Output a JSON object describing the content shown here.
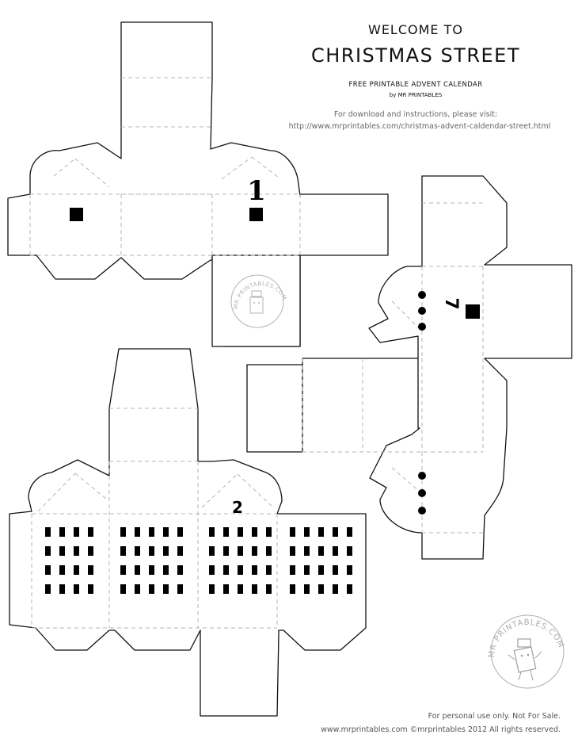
{
  "header": {
    "line1": "WELCOME TO",
    "line2": "CHRISTMAS STREET",
    "subtitle": "FREE PRINTABLE ADVENT CALENDAR",
    "byline": "by MR PRINTABLES",
    "instructions": "For download and instructions, please visit:",
    "url": "http://www.mrprintables.com/christmas-advent-caldendar-street.html"
  },
  "houses": {
    "house1_number": "1",
    "house2_number": "2",
    "house3_number": "7"
  },
  "watermarks": {
    "brand": "MR PRINTABLES.COM"
  },
  "footer": {
    "line1": "For personal use only.  Not For Sale.",
    "line2": "www.mrprintables.com  ©mrprintables  2012   All rights reserved."
  },
  "colors": {
    "ink": "#111111",
    "fold_line": "#b5b5b5",
    "watermark": "#9a9a9a"
  }
}
